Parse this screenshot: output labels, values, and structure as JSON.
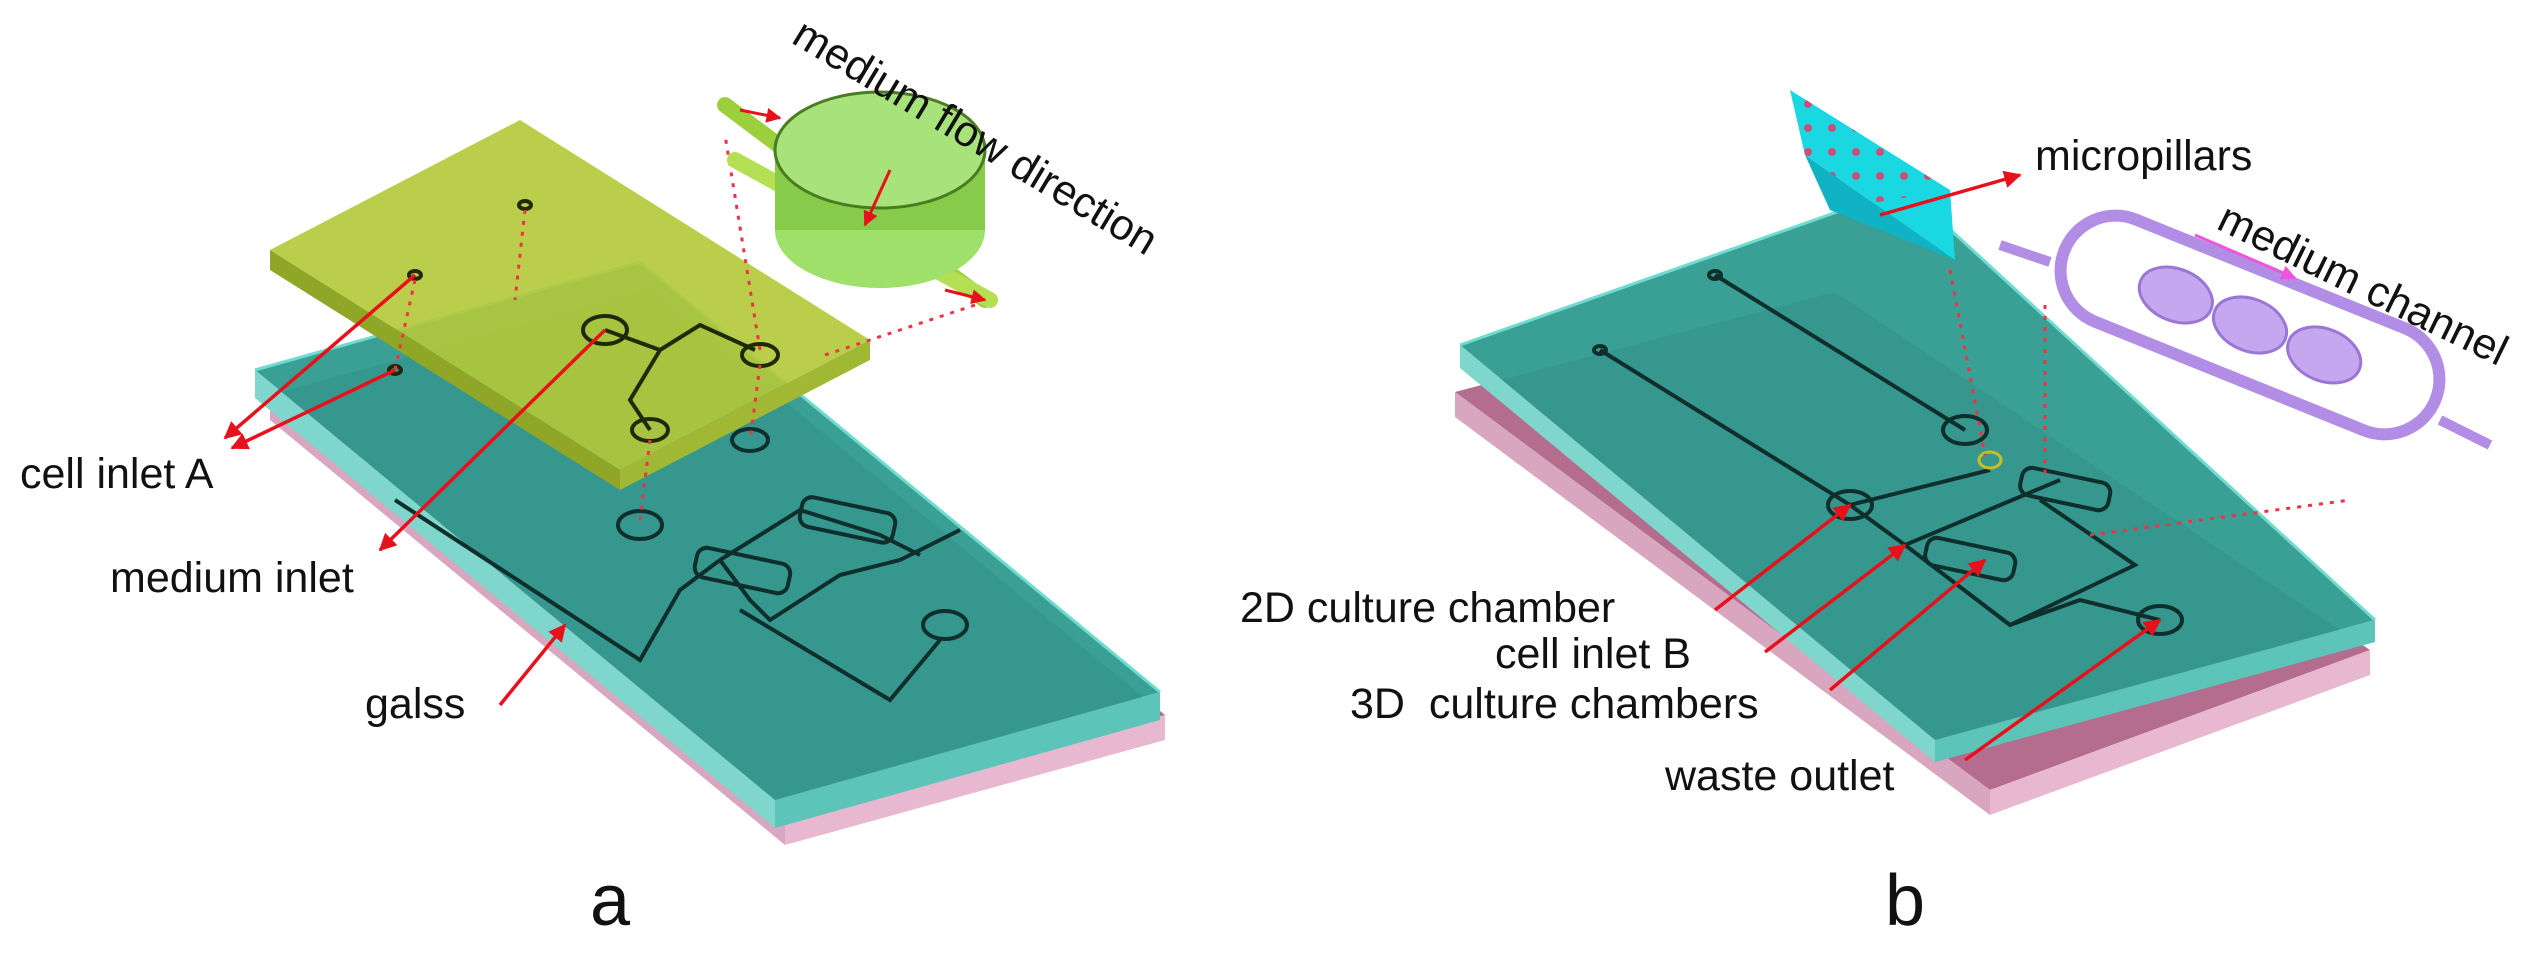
{
  "panel_a": {
    "letter": "a",
    "labels": {
      "medium_flow_direction": "medium flow direction",
      "cell_inlet_a": "cell inlet A",
      "medium_inlet": "medium inlet",
      "glass": "galss"
    }
  },
  "panel_b": {
    "letter": "b",
    "labels": {
      "micropillars": "micropillars",
      "medium_channel": "medium channel",
      "culture_2d": "2D culture chamber",
      "cell_inlet_b": "cell inlet B",
      "culture_3d": "3D  culture chambers",
      "waste_outlet": "waste outlet"
    }
  },
  "colors": {
    "glass_layer": "#b56d8f",
    "chip_layer": "#2f9a8e",
    "top_layer": "#b4c938",
    "pillar_block": "#18d6e0",
    "channel_purple": "#b28de6",
    "arrow": "#e8101a"
  }
}
